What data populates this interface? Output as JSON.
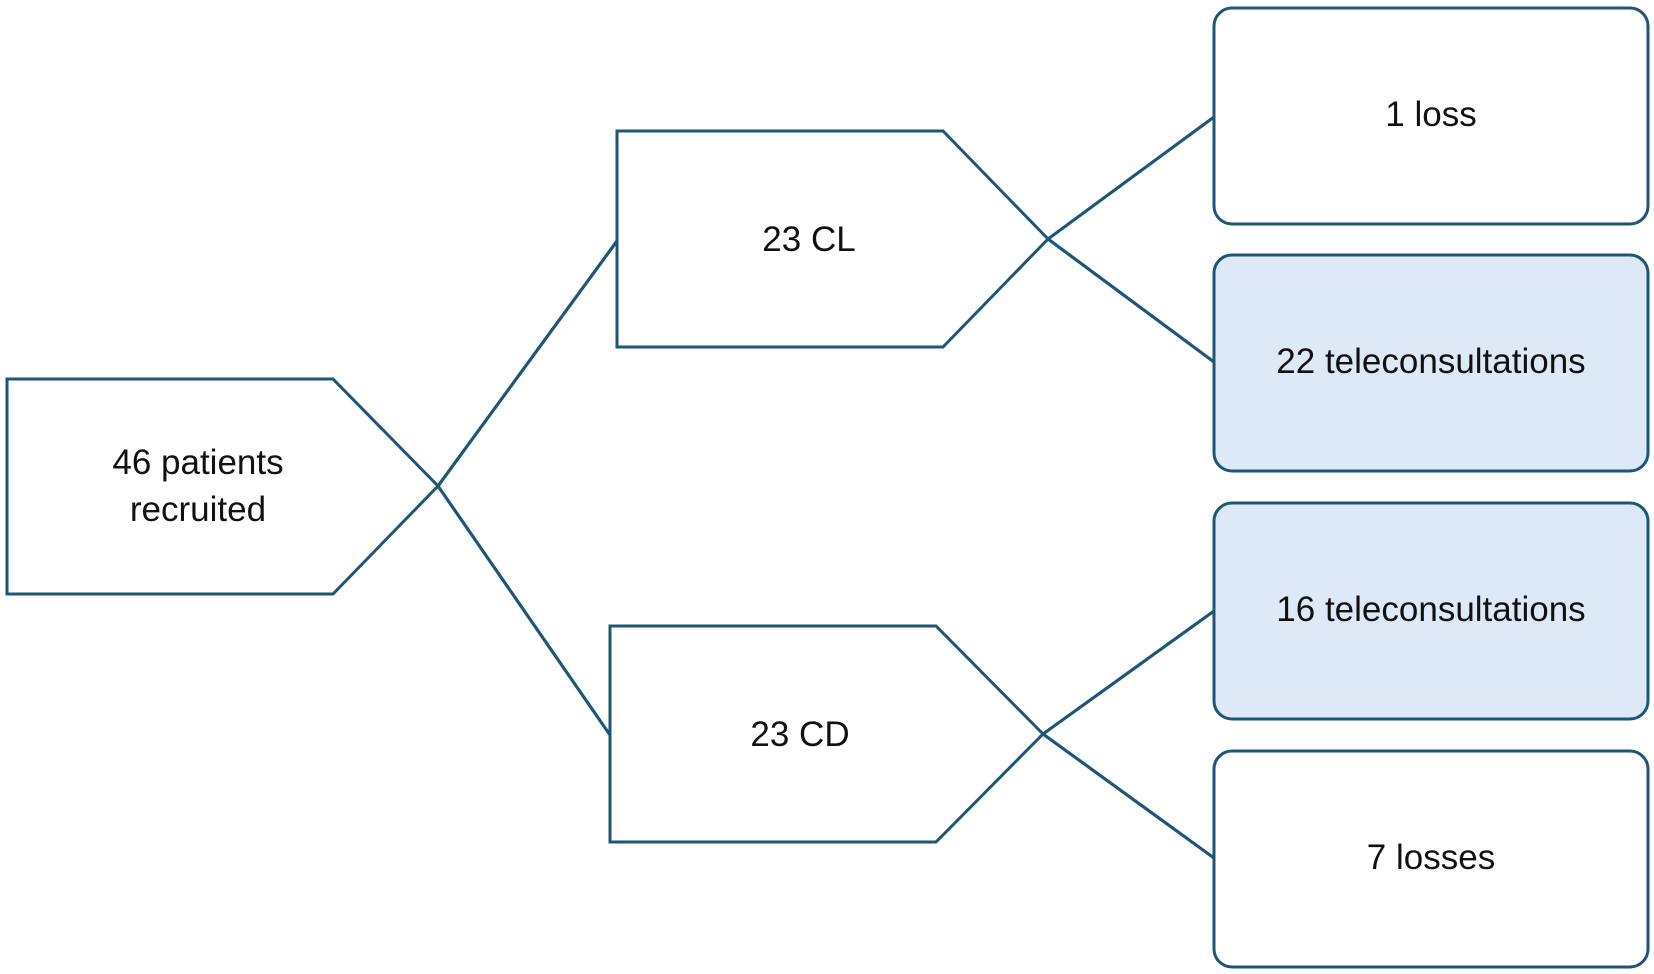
{
  "colors": {
    "stroke": "#1f5676",
    "node_fill": "#ffffff",
    "highlight_fill": "#dde9f6",
    "text": "#111111"
  },
  "root": {
    "label_line1": "46 patients",
    "label_line2": "recruited"
  },
  "branches": [
    {
      "label": "23 CL",
      "outcomes": [
        {
          "label": "1 loss",
          "highlighted": false
        },
        {
          "label": "22 teleconsultations",
          "highlighted": true
        }
      ]
    },
    {
      "label": "23 CD",
      "outcomes": [
        {
          "label": "16 teleconsultations",
          "highlighted": true
        },
        {
          "label": "7 losses",
          "highlighted": false
        }
      ]
    }
  ]
}
